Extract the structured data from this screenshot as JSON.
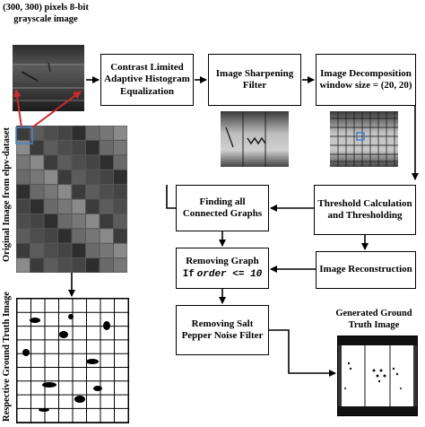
{
  "labels": {
    "top_image_caption": "(300, 300) pixels 8-bit grayscale image",
    "original_side": "Original Image from elpv-dataset",
    "truth_side": "Respective Ground Truth Image",
    "generated_caption": "Generated Ground Truth Image"
  },
  "steps": {
    "clahe": "Contrast Limited Adaptive Histogram Equalization",
    "sharpen": "Image Sharpening Filter",
    "decompose": "Image Decomposition window size = (20, 20)",
    "threshold": "Threshold Calculation and Thresholding",
    "reconstruct": "Image Reconstruction",
    "find_graphs": "Finding all Connected Graphs",
    "remove_graph_line1": "Removing Graph",
    "remove_graph_if": "If",
    "remove_graph_cond": "order <= 10",
    "salt_pepper": "Removing Salt Pepper Noise Filter"
  },
  "colors": {
    "arrow": "#000000",
    "highlight": "#cc2b2b",
    "window": "#4a86c5"
  }
}
